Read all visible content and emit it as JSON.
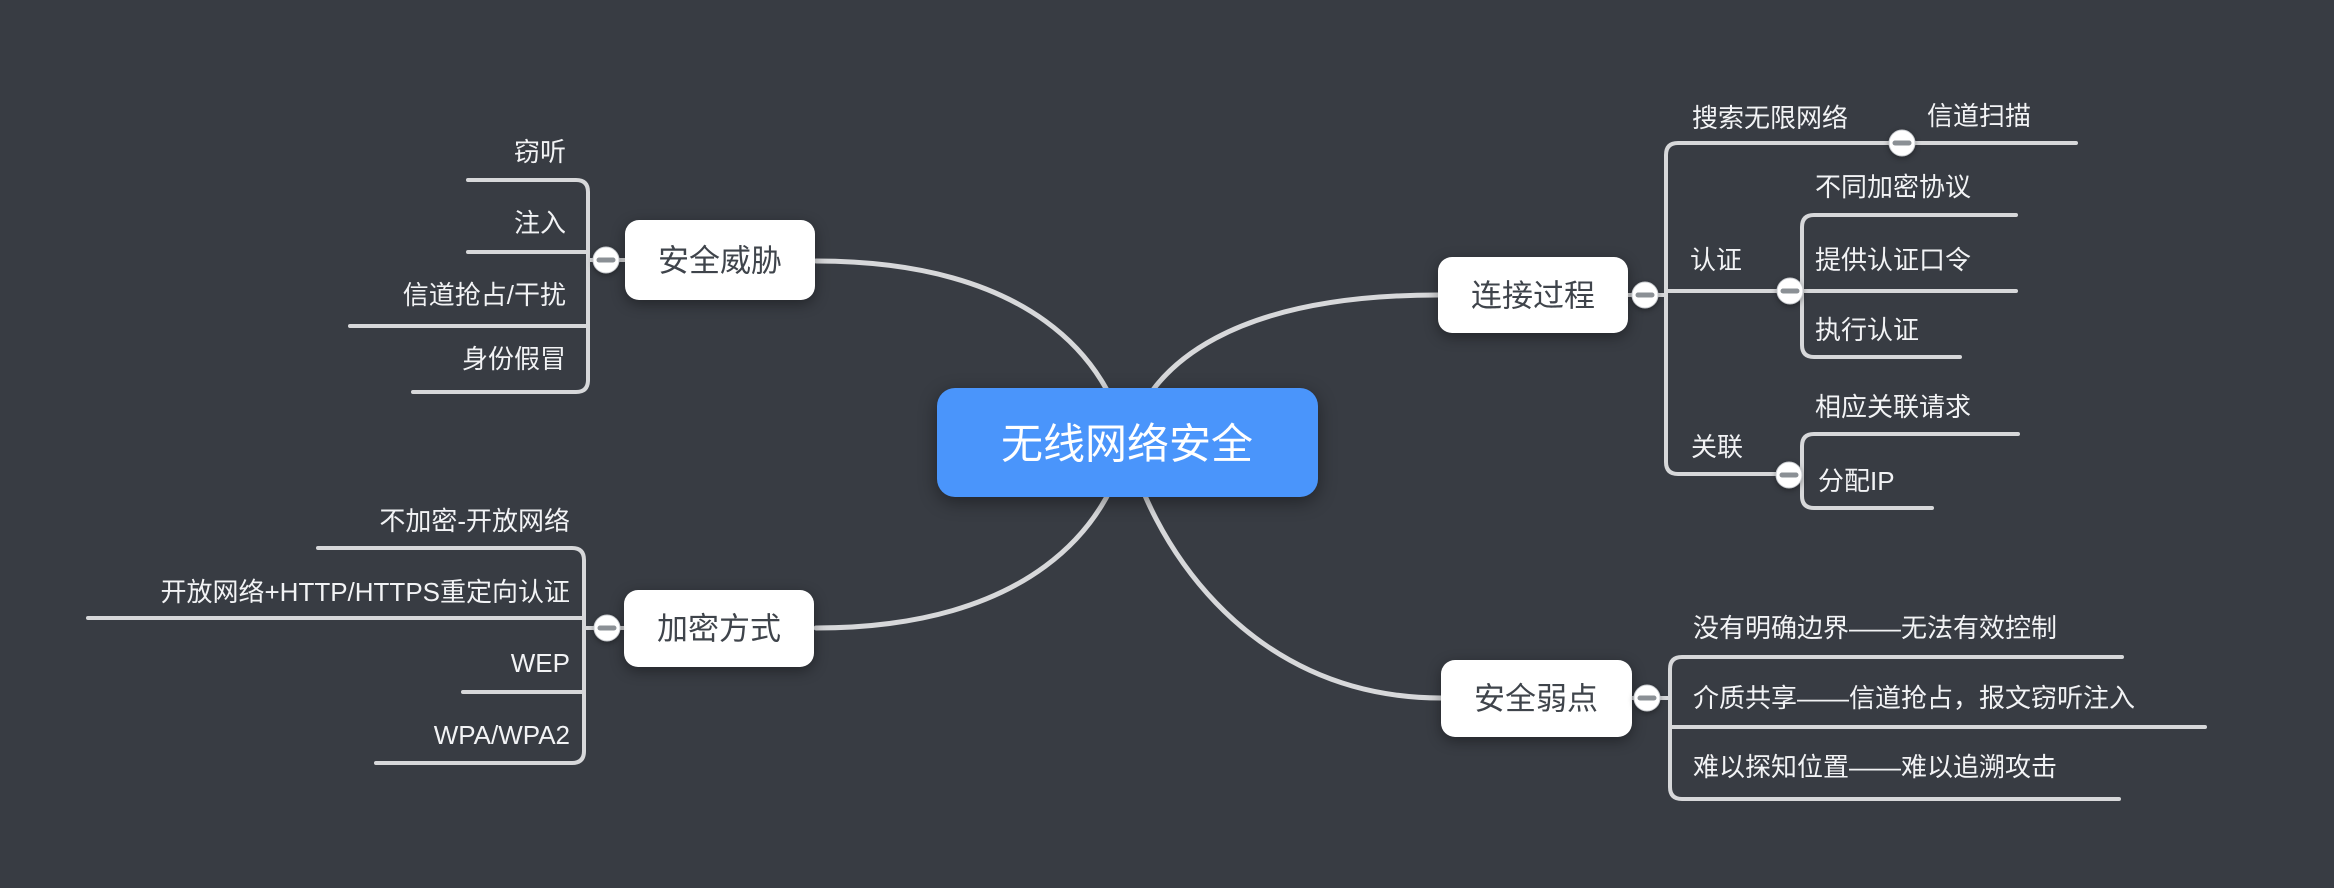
{
  "canvas": {
    "background_color": "#383c43",
    "line_color": "#d7d8da",
    "node_fill": "#ffffff",
    "node_text_color": "#3f444b",
    "root_fill": "#4a95fb",
    "root_text_color": "#ffffff",
    "child_text_color": "#f2f3f5",
    "collapse_icon": "minus-circle"
  },
  "mindmap": {
    "root": {
      "label": "无线网络安全"
    },
    "branches": [
      {
        "label": "安全威胁",
        "children": [
          {
            "label": "窃听"
          },
          {
            "label": "注入"
          },
          {
            "label": "信道抢占/干扰"
          },
          {
            "label": "身份假冒"
          }
        ]
      },
      {
        "label": "加密方式",
        "children": [
          {
            "label": "不加密-开放网络"
          },
          {
            "label": "开放网络+HTTP/HTTPS重定向认证"
          },
          {
            "label": "WEP"
          },
          {
            "label": "WPA/WPA2"
          }
        ]
      },
      {
        "label": "连接过程",
        "children": [
          {
            "label": "搜索无限网络",
            "children": [
              {
                "label": "信道扫描"
              }
            ]
          },
          {
            "label": "认证",
            "children": [
              {
                "label": "不同加密协议"
              },
              {
                "label": "提供认证口令"
              },
              {
                "label": "执行认证"
              }
            ]
          },
          {
            "label": "关联",
            "children": [
              {
                "label": "相应关联请求"
              },
              {
                "label": "分配IP"
              }
            ]
          }
        ]
      },
      {
        "label": "安全弱点",
        "children": [
          {
            "label": "没有明确边界——无法有效控制"
          },
          {
            "label": "介质共享——信道抢占，报文窃听注入"
          },
          {
            "label": "难以探知位置——难以追溯攻击"
          }
        ]
      }
    ]
  }
}
